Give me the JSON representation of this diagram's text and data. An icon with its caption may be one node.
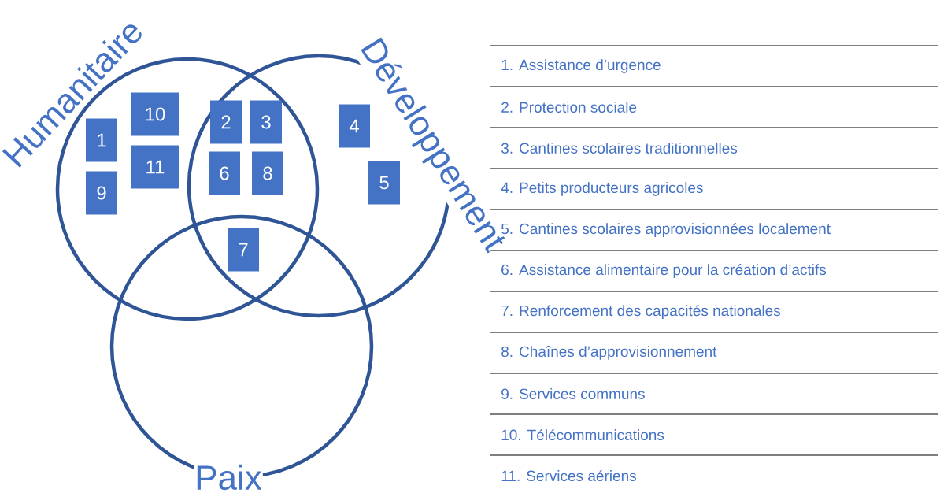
{
  "diagram": {
    "nodes": [
      {
        "text": [
          "Humanitaire"
        ]
      },
      {
        "text": [
          "Développement"
        ]
      },
      {
        "text": [
          "Paix"
        ]
      },
      {
        "text": [
          "1"
        ],
        "in": 0
      },
      {
        "text": [
          "9"
        ],
        "in": 0
      },
      {
        "text": [
          "10"
        ],
        "in": 0
      },
      {
        "text": [
          "11"
        ],
        "in": 0
      },
      {
        "text": [
          "2"
        ]
      },
      {
        "text": [
          "3"
        ]
      },
      {
        "text": [
          "6"
        ]
      },
      {
        "text": [
          "8"
        ]
      },
      {
        "text": [
          "4"
        ],
        "in": 1
      },
      {
        "text": [
          "5"
        ],
        "in": 1
      },
      {
        "text": [
          "7"
        ]
      }
    ],
    "labels": [
      "1. Assistance d’urgence",
      "2. Protection sociale",
      "3. Cantines scolaires traditionnelles",
      "4. Petits producteurs agricoles",
      "5. Cantines scolaires approvisionnées localement",
      "6. Assistance alimentaire pour la création d’actifs",
      "7. Renforcement des capacités nationales",
      "8. Chaînes d’approvisionnement",
      "9. Services communs",
      "10. Télécommunications",
      "11. Services aériens"
    ]
  }
}
